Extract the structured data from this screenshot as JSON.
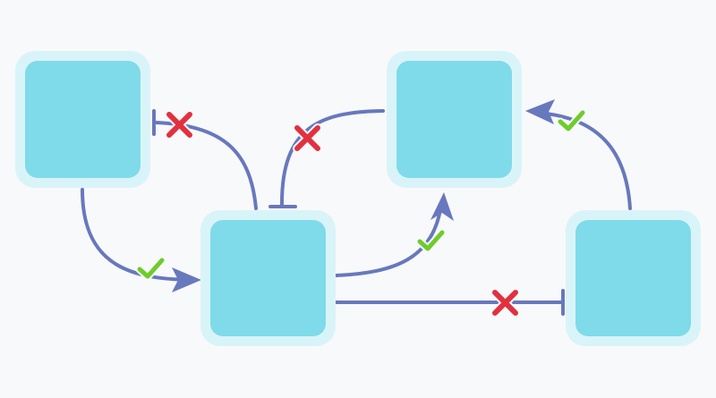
{
  "colors": {
    "background": "#f8f9fb",
    "node_outer": "#d9f4f8",
    "node_inner": "#7fdbe9",
    "edge": "#6878bd",
    "check": "#6fcc2a",
    "cross": "#e3303f"
  },
  "nodes": [
    {
      "id": "node-a"
    },
    {
      "id": "node-b"
    },
    {
      "id": "node-c"
    },
    {
      "id": "node-d"
    }
  ],
  "edges": [
    {
      "from": "node-a",
      "to": "node-b",
      "type": "activation",
      "status": "check-icon"
    },
    {
      "from": "node-b",
      "to": "node-a",
      "type": "inhibition",
      "status": "cross-icon"
    },
    {
      "from": "node-c",
      "to": "node-b",
      "type": "inhibition",
      "status": "cross-icon"
    },
    {
      "from": "node-b",
      "to": "node-c",
      "type": "activation",
      "status": "check-icon"
    },
    {
      "from": "node-b",
      "to": "node-d",
      "type": "inhibition",
      "status": "cross-icon"
    },
    {
      "from": "node-d",
      "to": "node-c",
      "type": "activation",
      "status": "check-icon"
    }
  ]
}
